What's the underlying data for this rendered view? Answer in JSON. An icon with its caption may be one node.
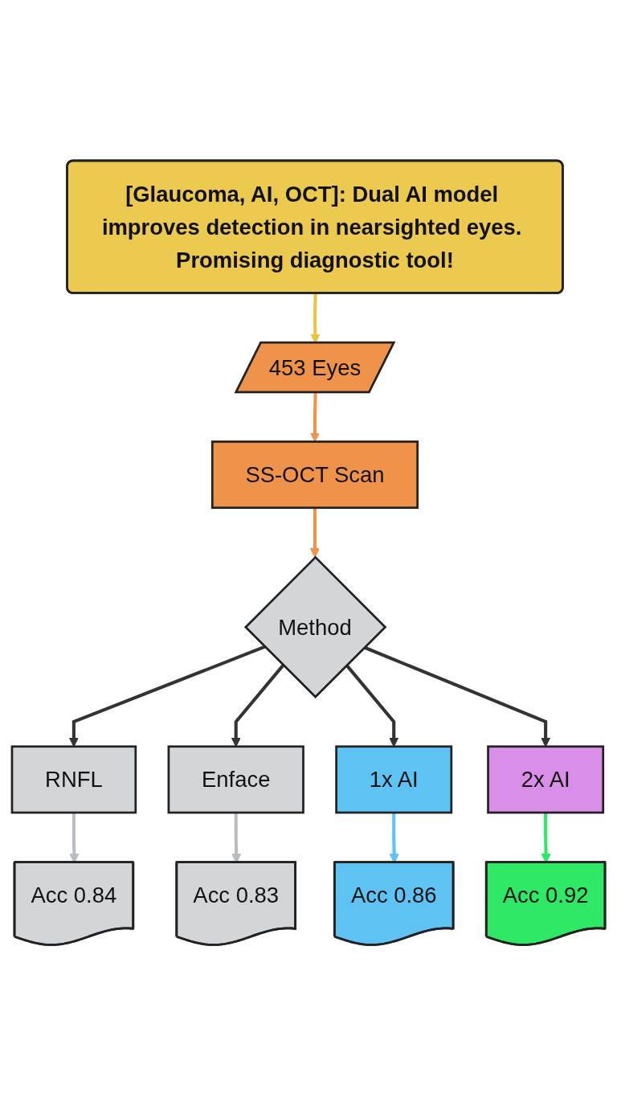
{
  "diagram": {
    "nodes": [
      {
        "text": [
          "[Glaucoma, AI, OCT]: Dual AI model improves detection in nearsighted eyes. Promising diagnostic tool!"
        ]
      },
      {
        "text": [
          "453 Eyes"
        ]
      },
      {
        "text": [
          "SS-OCT Scan"
        ]
      },
      {
        "text": [
          "Method"
        ]
      },
      {
        "text": [
          "RNFL"
        ]
      },
      {
        "text": [
          "Enface"
        ]
      },
      {
        "text": [
          "1x AI"
        ]
      },
      {
        "text": [
          "2x AI"
        ]
      },
      {
        "text": [
          "Acc 0.84"
        ]
      },
      {
        "text": [
          "Acc 0.83"
        ]
      },
      {
        "text": [
          "Acc 0.86"
        ]
      },
      {
        "text": [
          "Acc 0.92"
        ]
      }
    ],
    "edges": [
      {
        "from": 0,
        "to": 1,
        "arrow": "to",
        "color": "#e8c547"
      },
      {
        "from": 1,
        "to": 2,
        "arrow": "to",
        "color": "#f0934a"
      },
      {
        "from": 2,
        "to": 3,
        "arrow": "to",
        "color": "#f0934a"
      },
      {
        "from": 3,
        "to": 4,
        "arrow": "to"
      },
      {
        "from": 3,
        "to": 5,
        "arrow": "to"
      },
      {
        "from": 3,
        "to": 6,
        "arrow": "to"
      },
      {
        "from": 3,
        "to": 7,
        "arrow": "to"
      },
      {
        "from": 4,
        "to": 8,
        "arrow": "to",
        "color": "#b9bdc1"
      },
      {
        "from": 5,
        "to": 9,
        "arrow": "to",
        "color": "#b9bdc1"
      },
      {
        "from": 6,
        "to": 10,
        "arrow": "to",
        "color": "#5ec3f2"
      },
      {
        "from": 7,
        "to": 11,
        "arrow": "to",
        "color": "#2ee866"
      }
    ]
  }
}
